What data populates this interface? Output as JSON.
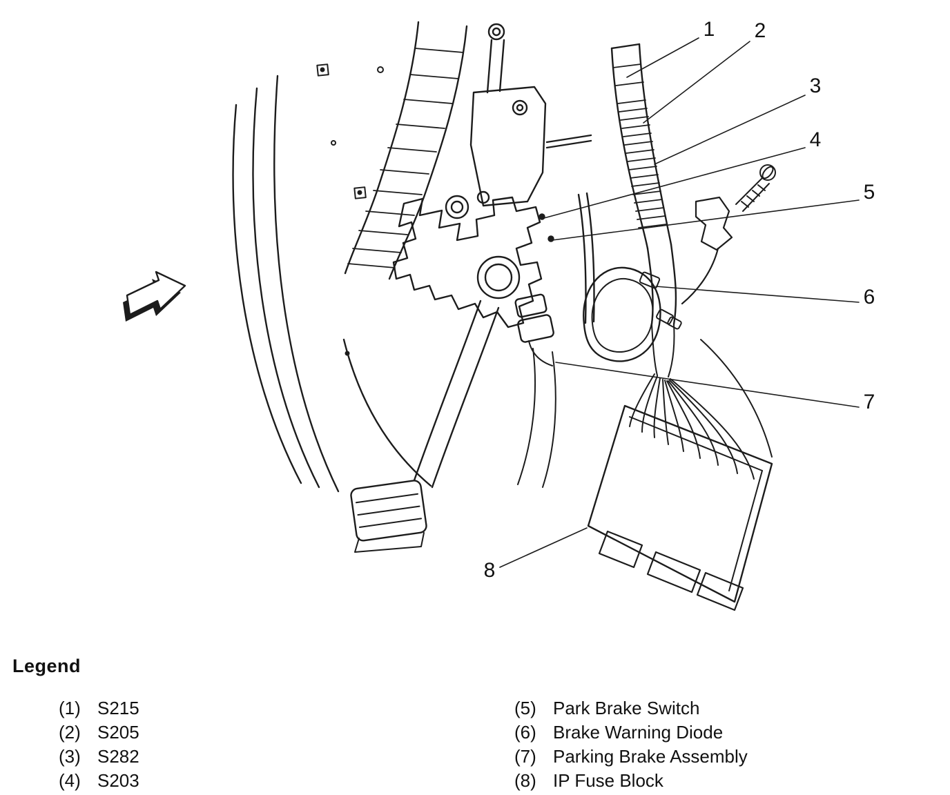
{
  "figure": {
    "title": "Legend"
  },
  "callouts": [
    {
      "number": "1"
    },
    {
      "number": "2"
    },
    {
      "number": "3"
    },
    {
      "number": "4"
    },
    {
      "number": "5"
    },
    {
      "number": "6"
    },
    {
      "number": "7"
    },
    {
      "number": "8"
    }
  ],
  "legend": {
    "title": "Legend",
    "items": [
      {
        "ref": "(1)",
        "label": "S215"
      },
      {
        "ref": "(2)",
        "label": "S205"
      },
      {
        "ref": "(3)",
        "label": "S282"
      },
      {
        "ref": "(4)",
        "label": "S203"
      },
      {
        "ref": "(5)",
        "label": "Park Brake Switch"
      },
      {
        "ref": "(6)",
        "label": "Brake Warning Diode"
      },
      {
        "ref": "(7)",
        "label": "Parking Brake Assembly"
      },
      {
        "ref": "(8)",
        "label": "IP Fuse Block"
      }
    ]
  }
}
